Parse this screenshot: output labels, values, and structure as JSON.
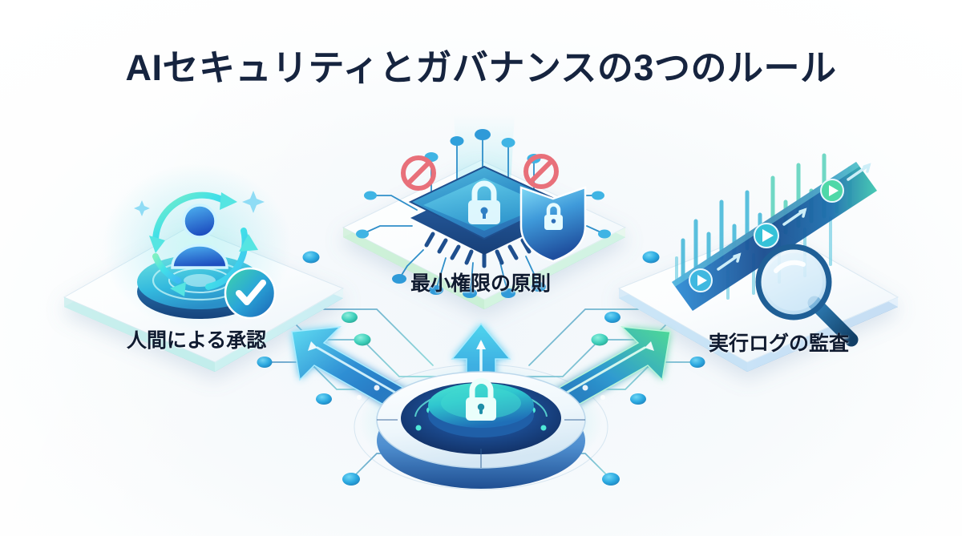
{
  "page": {
    "title": "AIセキュリティとガバナンスの3つのルール",
    "background_color": "#ffffff",
    "title_color": "#16243f",
    "label_color": "#101b30"
  },
  "palette": {
    "accent_cyan": "#29c5e8",
    "accent_blue": "#2f7fd4",
    "accent_deep_blue": "#1f4f94",
    "accent_teal": "#3fd6c4",
    "accent_green": "#4fd98b",
    "accent_navy": "#16243f",
    "warning_red": "#e8707a",
    "card_white": "#fbfdfe",
    "node_blue": "#2aa8e0",
    "node_teal": "#3fd0bb"
  },
  "cards": [
    {
      "id": "human-approval",
      "label": "人間による承認",
      "edge_color": "#3fd6c4",
      "icon_name": "human-approval-icon",
      "icon_parts": [
        "person-silhouette",
        "circular-arrow-loop",
        "glowing-disc",
        "check-badge",
        "sparkle"
      ]
    },
    {
      "id": "least-privilege",
      "label": "最小権限の原則",
      "edge_color": "#5fd98f",
      "icon_name": "least-privilege-icon",
      "icon_parts": [
        "cpu-chip",
        "lock-on-chip",
        "circuit-traces",
        "prohibition-sign-left",
        "prohibition-sign-right",
        "shield-lock",
        "light-beam"
      ]
    },
    {
      "id": "execution-log-audit",
      "label": "実行ログの監査",
      "edge_color": "#2f8fd8",
      "icon_name": "execution-log-audit-icon",
      "icon_parts": [
        "timeline-bar",
        "play-markers",
        "progress-arrows",
        "log-bars",
        "magnifier"
      ]
    }
  ],
  "hub": {
    "id": "central-security-hub",
    "icon_name": "lock-icon",
    "base_color": "#2b6fc0",
    "glow_color": "#2fd9c9",
    "ring_color": "#eef6fc"
  },
  "arrows": [
    {
      "id": "arrow-to-human-approval",
      "direction": "up-left",
      "color_from": "#1f6fc0",
      "color_to": "#3fc9e8"
    },
    {
      "id": "arrow-to-least-privilege",
      "direction": "up",
      "color_from": "#2f8fd8",
      "color_to": "#49d0ea"
    },
    {
      "id": "arrow-to-execution-log",
      "direction": "up-right",
      "color_from": "#1f6fc0",
      "color_to": "#4cdb95"
    }
  ],
  "chip_labels": {
    "prohibition_left": "prohibition-sign",
    "prohibition_right": "prohibition-sign"
  }
}
